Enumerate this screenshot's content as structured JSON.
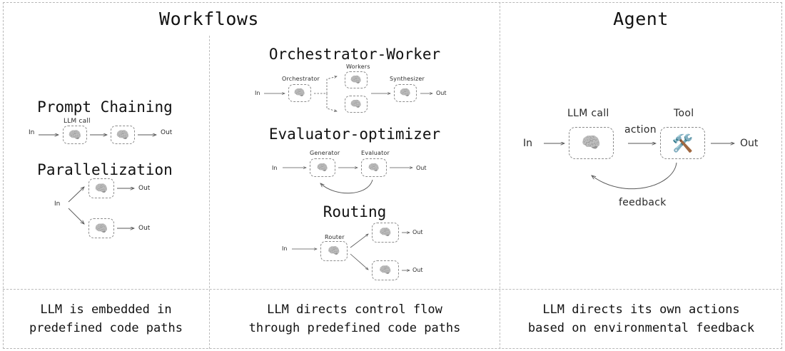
{
  "figure": {
    "background": "#ffffff",
    "line_color": "#555555",
    "border_color": "#bdbdbd"
  },
  "columns": [
    {
      "id": "workflows-left",
      "header": "Workflows",
      "caption": "LLM is embedded in\npredefined code paths"
    },
    {
      "id": "workflows-middle",
      "header": "Workflows",
      "caption": "LLM directs control flow\nthrough predefined code paths"
    },
    {
      "id": "agent",
      "header": "Agent",
      "caption": "LLM directs its own actions\nbased on environmental feedback"
    }
  ],
  "headers": {
    "workflows": "Workflows",
    "agent": "Agent"
  },
  "patterns": {
    "prompt_chaining": {
      "title": "Prompt Chaining",
      "node_label": "LLM call",
      "in_label": "In",
      "out_label": "Out",
      "nodes": [
        "brain-icon",
        "brain-icon"
      ]
    },
    "parallelization": {
      "title": "Parallelization",
      "in_label": "In",
      "out_label_1": "Out",
      "out_label_2": "Out",
      "nodes": [
        "brain-icon",
        "brain-icon"
      ]
    },
    "orchestrator_worker": {
      "title": "Orchestrator-Worker",
      "in_label": "In",
      "out_label": "Out",
      "orchestrator_label": "Orchestrator",
      "workers_label": "Workers",
      "synthesizer_label": "Synthesizer",
      "nodes": [
        "brain-icon",
        "brain-icon",
        "brain-icon",
        "brain-icon"
      ]
    },
    "evaluator_optimizer": {
      "title": "Evaluator-optimizer",
      "in_label": "In",
      "out_label": "Out",
      "generator_label": "Generator",
      "evaluator_label": "Evaluator",
      "nodes": [
        "brain-icon",
        "brain-icon"
      ]
    },
    "routing": {
      "title": "Routing",
      "in_label": "In",
      "router_label": "Router",
      "out_label_1": "Out",
      "out_label_2": "Out",
      "nodes": [
        "brain-icon",
        "brain-icon",
        "brain-icon"
      ]
    },
    "agent_loop": {
      "title": "Agent",
      "in_label": "In",
      "out_label": "Out",
      "llm_call_label": "LLM call",
      "tool_label": "Tool",
      "action_label": "action",
      "feedback_label": "feedback",
      "nodes": [
        "brain-icon",
        "tool-icon"
      ]
    }
  },
  "icons": {
    "brain": "🧠",
    "tool": "🛠️"
  }
}
